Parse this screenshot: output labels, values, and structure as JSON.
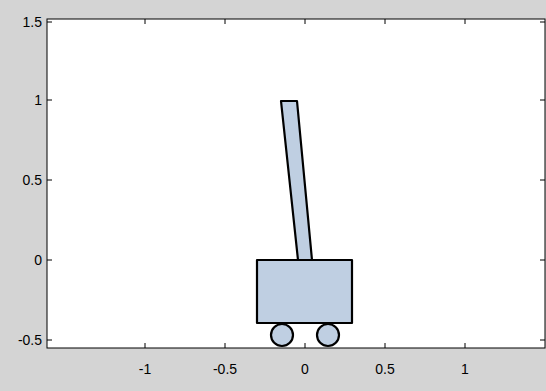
{
  "diagram": {
    "labels": [
      "1.5",
      "1",
      "0.5",
      "0",
      "-0.5",
      "-1",
      "-0.5",
      "0",
      "0.5",
      "1"
    ]
  }
}
